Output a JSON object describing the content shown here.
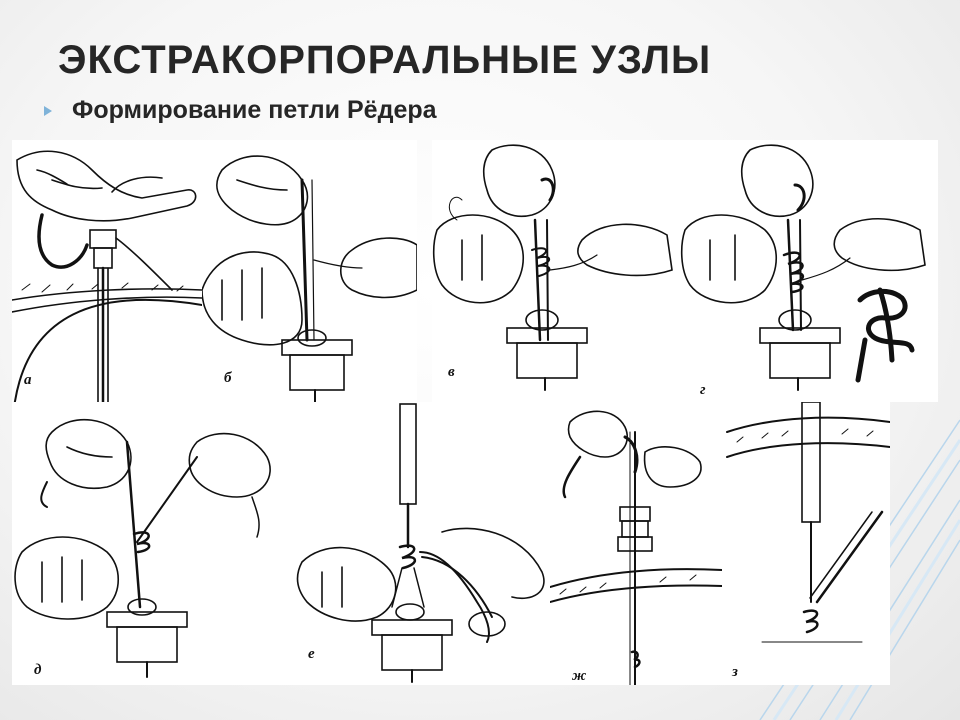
{
  "slide": {
    "title": "ЭКСТРАКОРПОРАЛЬНЫЕ УЗЛЫ",
    "bullet": "Формирование петли Рёдера"
  },
  "panels": [
    {
      "label": "а"
    },
    {
      "label": "б"
    },
    {
      "label": "в"
    },
    {
      "label": "г"
    },
    {
      "label": "д"
    },
    {
      "label": "е"
    },
    {
      "label": "ж"
    },
    {
      "label": "з"
    }
  ],
  "colors": {
    "accent": "#7fb3d9",
    "title": "#262626",
    "ink": "#111111"
  }
}
